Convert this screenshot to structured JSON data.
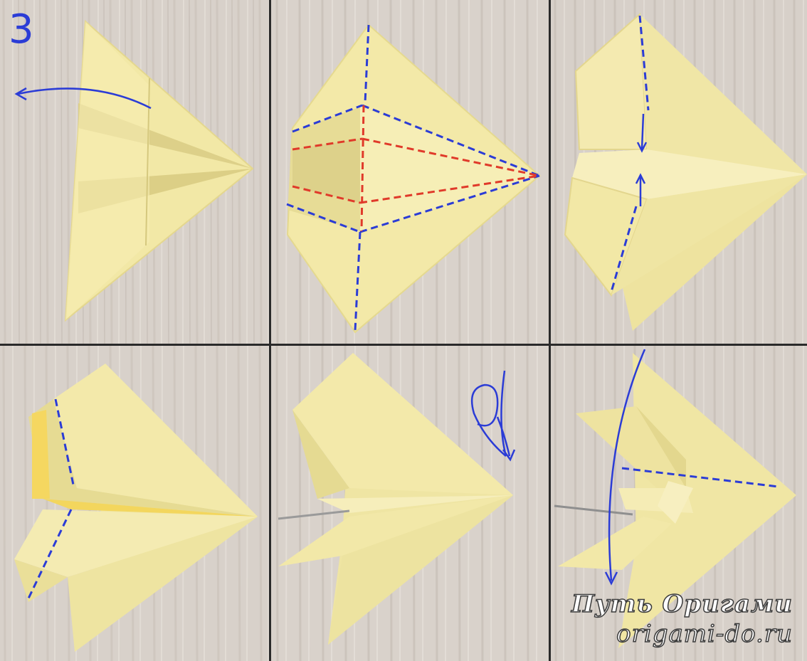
{
  "step_number": "3",
  "watermark": {
    "title": "Путь Оригами",
    "url": "origami-do.ru"
  },
  "panels": [
    {
      "name": "step-3a",
      "action": "unfold-arrow"
    },
    {
      "name": "step-3b",
      "action": "crease-lines"
    },
    {
      "name": "step-3c",
      "action": "fold-arrows"
    },
    {
      "name": "step-3d",
      "action": "valley-folds"
    },
    {
      "name": "step-3e",
      "action": "flip-arrow"
    },
    {
      "name": "step-3f",
      "action": "fold-down-arrow"
    }
  ],
  "colors": {
    "wood": "#d9d2cb",
    "paper": "#f3e9a8",
    "paper_shadow": "#d8cc82",
    "valley_line": "#2b3cd6",
    "mountain_line": "#e03a2a",
    "divider": "#2a2a2a"
  }
}
